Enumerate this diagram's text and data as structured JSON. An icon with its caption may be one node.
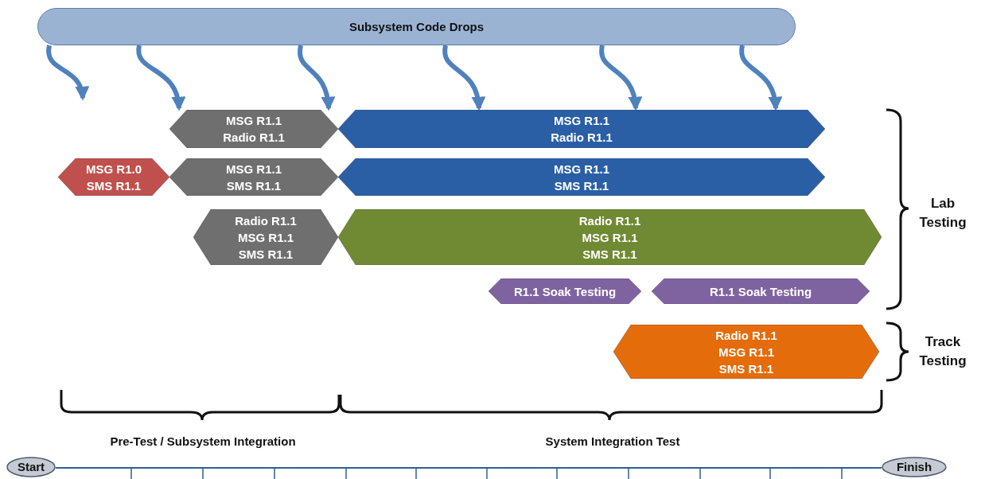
{
  "diagram": {
    "nodes": [
      {
        "text": [
          "Subsystem Code Drops"
        ]
      },
      {
        "text": [
          "MSG R1.1",
          "Radio R1.1"
        ]
      },
      {
        "text": [
          "MSG R1.1",
          "Radio R1.1"
        ]
      },
      {
        "text": [
          "MSG R1.0",
          "SMS R1.1"
        ]
      },
      {
        "text": [
          "MSG R1.1",
          "SMS R1.1"
        ]
      },
      {
        "text": [
          "MSG R1.1",
          "SMS R1.1"
        ]
      },
      {
        "text": [
          "Radio R1.1",
          "MSG R1.1",
          "SMS R1.1"
        ]
      },
      {
        "text": [
          "Radio R1.1",
          "MSG R1.1",
          "SMS R1.1"
        ]
      },
      {
        "text": [
          "R1.1 Soak Testing"
        ]
      },
      {
        "text": [
          "R1.1 Soak Testing"
        ]
      },
      {
        "text": [
          "Radio R1.1",
          "MSG R1.1",
          "SMS R1.1"
        ]
      },
      {
        "text": [
          "Start"
        ]
      },
      {
        "text": [
          "Finish"
        ]
      }
    ],
    "edges": [
      {
        "from": 0,
        "to": null,
        "arrow": "to"
      },
      {
        "from": 0,
        "to": 1,
        "arrow": "to"
      },
      {
        "from": 0,
        "to": 1,
        "arrow": "to"
      },
      {
        "from": 0,
        "to": 2,
        "arrow": "to"
      },
      {
        "from": 0,
        "to": 2,
        "arrow": "to"
      },
      {
        "from": 0,
        "to": 2,
        "arrow": "to"
      },
      {
        "from": 11,
        "to": 12,
        "arrow": "none"
      }
    ],
    "labels": [
      "Lab Testing",
      "Track Testing",
      "Pre-Test / Subsystem Integration",
      "System Integration Test"
    ]
  }
}
